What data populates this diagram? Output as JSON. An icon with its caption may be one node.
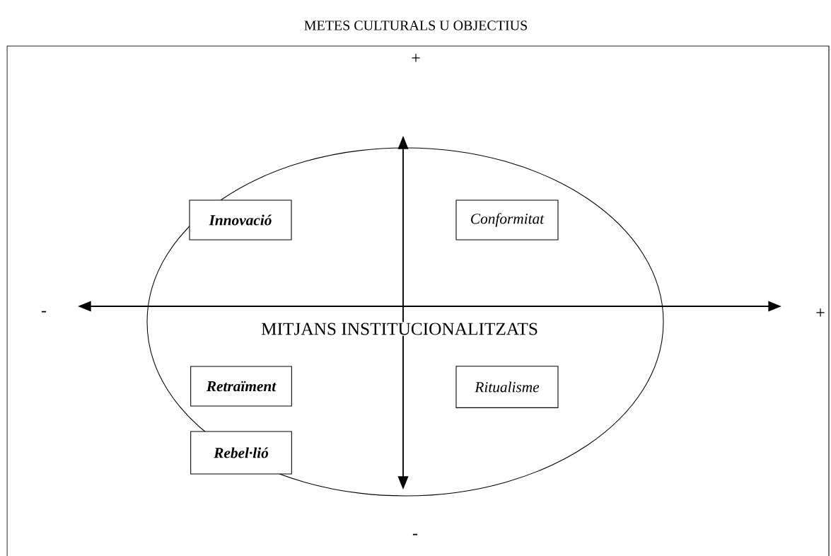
{
  "diagram": {
    "title": "METES CULTURALS U OBJECTIUS",
    "nodes": [
      {
        "text": [
          "Innovació"
        ]
      },
      {
        "text": [
          "Conformitat"
        ]
      },
      {
        "text": [
          "Retraïment"
        ]
      },
      {
        "text": [
          "Ritualisme"
        ]
      },
      {
        "text": [
          "Rebel·lió"
        ]
      }
    ],
    "labels": [
      "+",
      "-",
      "MITJANS INSTITUCIONALITZATS",
      "+",
      "-"
    ]
  }
}
